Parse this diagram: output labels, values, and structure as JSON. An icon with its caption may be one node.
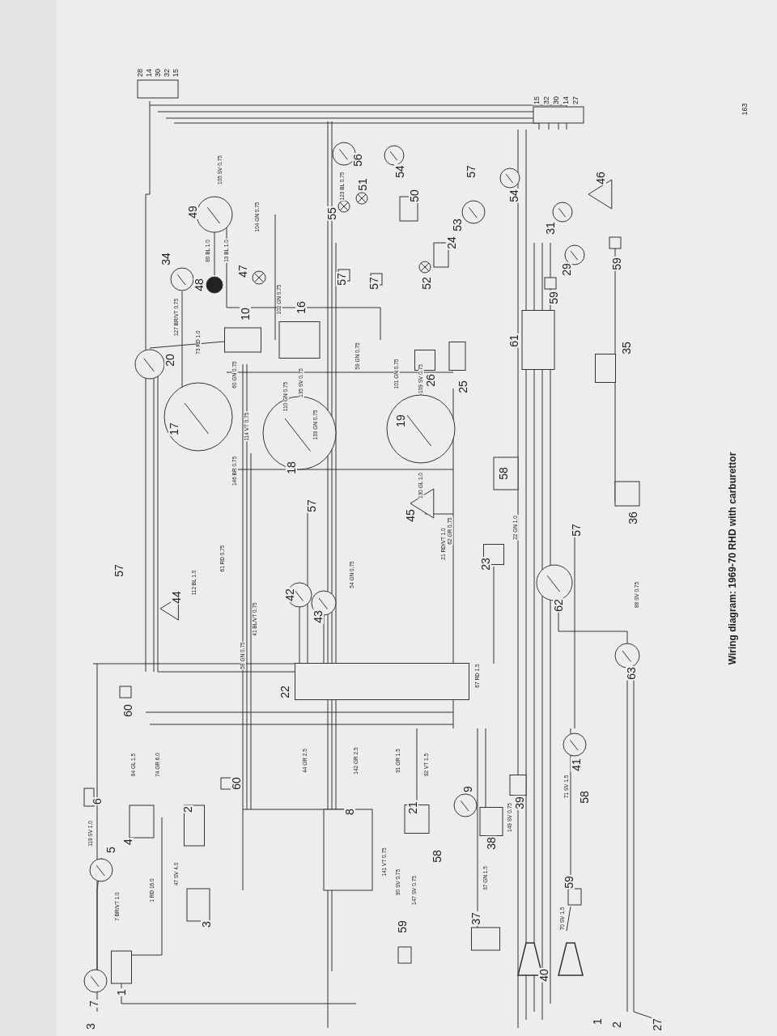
{
  "diagram": {
    "caption": "Wiring diagram: 1969-70 RHD with carburettor",
    "labels": [
      "163",
      "28",
      "14",
      "30",
      "32",
      "15",
      "15",
      "32",
      "30",
      "14",
      "27",
      "49",
      "34",
      "48",
      "47",
      "56",
      "55",
      "51",
      "50",
      "54",
      "57",
      "54",
      "53",
      "52",
      "24",
      "31",
      "46",
      "29",
      "59",
      "59",
      "57",
      "57",
      "10",
      "16",
      "20",
      "17",
      "18",
      "19",
      "26",
      "25",
      "61",
      "35",
      "36",
      "58",
      "45",
      "57",
      "42",
      "43",
      "44",
      "23",
      "62",
      "63",
      "57",
      "22",
      "57",
      "60",
      "60",
      "6",
      "5",
      "4",
      "2",
      "3",
      "1",
      "7",
      "8",
      "21",
      "9",
      "58",
      "38",
      "39",
      "41",
      "58",
      "59",
      "59",
      "37",
      "40",
      "27",
      "3",
      "1",
      "2",
      "127 BR/VT 0.75",
      "80 BL 1.0",
      "13 BL 1.0",
      "105 SV 0.75",
      "104 GN 0.75",
      "102 GN 0.75",
      "59 GN 0.75",
      "73 RD 1.0",
      "60 GN 0.75",
      "135 SV 0.75",
      "110 GN 0.75",
      "133 GN 0.75",
      "101 GN 0.75",
      "109 SV 0.75",
      "146 BR 0.75",
      "114 VT 0.75",
      "130 GL 1.0",
      "22 GN 1.0",
      "21 RD/VT 1.0",
      "62 GR 0.75",
      "54 GN 0.75",
      "41 BL/VT 0.75",
      "58 GN 0.75",
      "61 RD 0.75",
      "112 BL 1.0",
      "84 GL 1.5",
      "74 GR 6.0",
      "44 GR 2.5",
      "142 GR 2.5",
      "91 GR 1.5",
      "92 VT 1.5",
      "1 RD 16.0",
      "47 SV 4.0",
      "7 BR/VT 1.0",
      "119 SV 1.0",
      "141 VT 0.75",
      "90 SV 0.75",
      "147 SV 0.75",
      "37 GN 1.5",
      "149 SV 0.75",
      "71 SV 1.5",
      "70 SV 1.5",
      "67 RD 1.5",
      "88 SV 0.75",
      "123 BL 0.75"
    ]
  }
}
